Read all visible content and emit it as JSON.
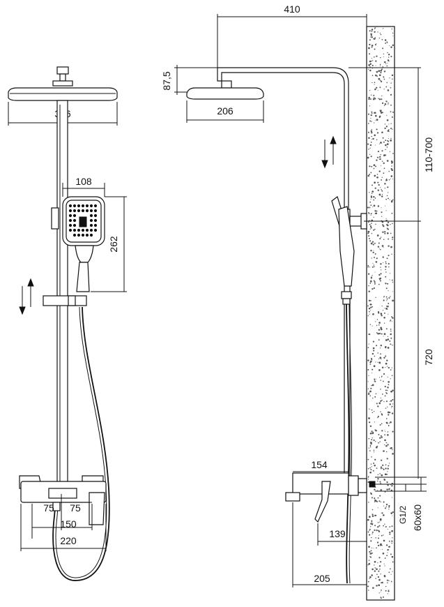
{
  "front_view": {
    "dims": {
      "head_width": "306",
      "handset_width": "108",
      "handset_height": "262",
      "spout_left": "75",
      "spout_right": "75",
      "inlet_spacing": "150",
      "mixer_width": "220"
    }
  },
  "side_view": {
    "dims": {
      "arm_reach": "410",
      "head_drop": "87,5",
      "head_width": "206",
      "slide_range": "110-700",
      "bar_height": "720",
      "mixer_depth": "154",
      "lever_depth": "139",
      "handset_reach": "205",
      "thread": "G1/2",
      "flange": "60x60"
    }
  },
  "colors": {
    "line": "#111111",
    "wall_dots": "#555555",
    "background": "#ffffff"
  }
}
